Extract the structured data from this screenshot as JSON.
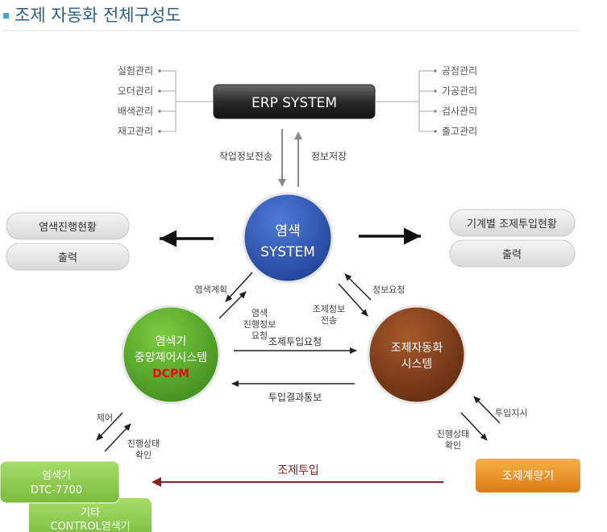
{
  "title": "조제 자동화 전체구성도",
  "erp": {
    "label": "ERP SYSTEM",
    "left_items": [
      "실험관리",
      "오더관리",
      "배색관리",
      "재고관리"
    ],
    "right_items": [
      "공정관리",
      "가공관리",
      "검사관리",
      "출고관리"
    ]
  },
  "flow_labels": {
    "erp_down": "작업정보전송",
    "erp_up": "정보저장",
    "dye_plan": "염색계획",
    "dye_info_request": [
      "염색",
      "진행정보",
      "요청"
    ],
    "info_request": "정보요청",
    "formula_send": [
      "조제정보",
      "전송"
    ],
    "formula_input_request": "조제투입요청",
    "input_result": "투입결과통보",
    "control": "제어",
    "progress_check_left": [
      "진행상태",
      "확인"
    ],
    "input_instruction": "투입지시",
    "progress_check_right": [
      "진행상태",
      "확인"
    ],
    "formula_input": "조제투입"
  },
  "center": {
    "line1": "염색",
    "line2": "SYSTEM"
  },
  "left_panel": {
    "status": "염색진행현황",
    "print": "출력"
  },
  "right_panel": {
    "status": "기계별 조제투입현황",
    "print": "출력"
  },
  "dcpm": {
    "line1": "염색기",
    "line2": "중앙제어시스템",
    "line3": "DCPM"
  },
  "auto": {
    "line1": "조제자동화",
    "line2": "시스템"
  },
  "dtc": {
    "line1": "염색기",
    "line2": "DTC-7700"
  },
  "other": {
    "line1": "기타",
    "line2": "CONTROL염색기"
  },
  "scale": {
    "label": "조제계량기"
  },
  "colors": {
    "title": "#2a5d8c",
    "center_blue": "#2a4fa8",
    "dcpm_green": "#4f9a2a",
    "dcpm_red": "#e01010",
    "auto_brown": "#7a3a1a",
    "scale_orange": "#e88a1a",
    "dtc_green": "#8fcc55",
    "arrow_red": "#8a2020"
  }
}
